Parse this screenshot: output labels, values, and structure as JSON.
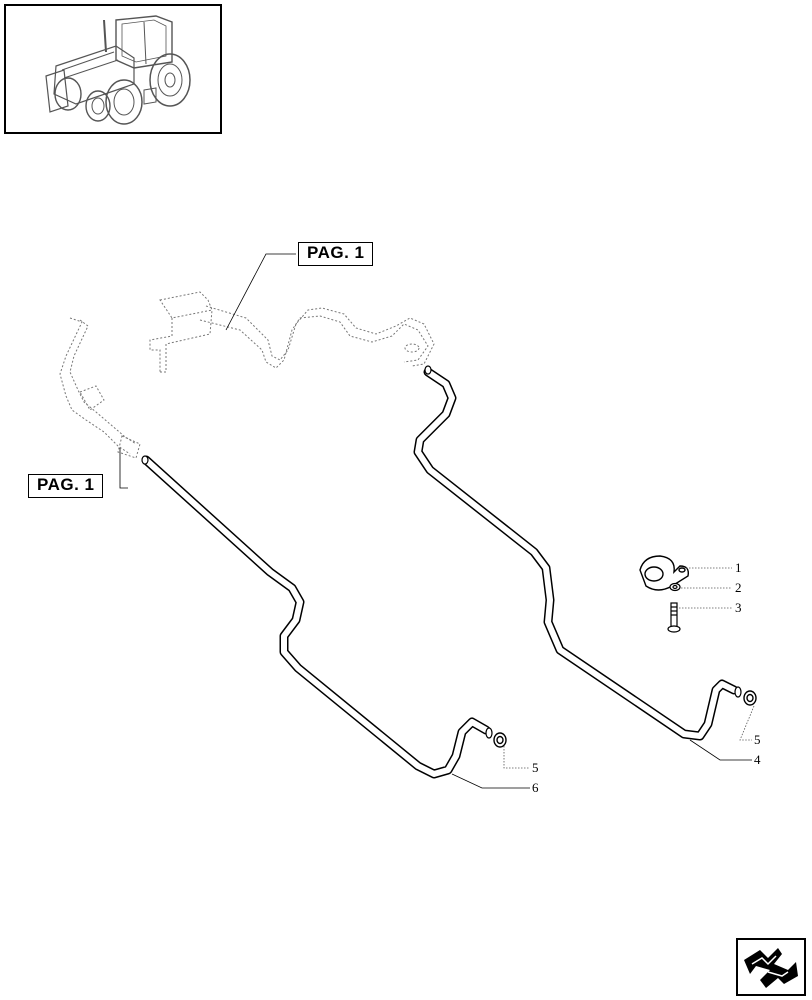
{
  "references": {
    "page_ref_top": "PAG. 1",
    "page_ref_left": "PAG. 1"
  },
  "callouts": {
    "c1": "1",
    "c2": "2",
    "c3": "3",
    "c4": "4",
    "c5_right": "5",
    "c5_left": "5",
    "c6": "6"
  },
  "icons": {
    "thumbnail": "tractor-icon",
    "nav": "arrow-navigation-icon"
  }
}
